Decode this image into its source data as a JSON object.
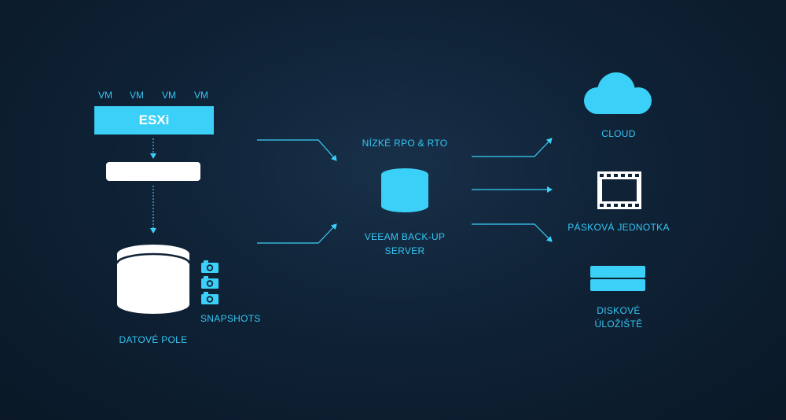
{
  "left": {
    "vm_labels": [
      "VM",
      "VM",
      "VM",
      "VM"
    ],
    "esxi_label": "ESXi",
    "array_label": "DATOVÉ POLE",
    "snapshots_label": "SNAPSHOTS"
  },
  "center": {
    "rpo_label": "NÍZKÉ RPO & RTO",
    "server_label_line1": "VEEAM BACK-UP",
    "server_label_line2": "SERVER"
  },
  "right": {
    "cloud_label": "CLOUD",
    "tape_label": "PÁSKOVÁ JEDNOTKA",
    "disk_label_line1": "DISKOVÉ",
    "disk_label_line2": "ÚLOŽIŠTĚ"
  },
  "colors": {
    "accent": "#3bd0f8",
    "background": "#0f2236",
    "white": "#ffffff"
  },
  "icons": [
    "database-icon",
    "camera-icon",
    "cloud-icon",
    "film-tape-icon",
    "disk-storage-icon"
  ]
}
